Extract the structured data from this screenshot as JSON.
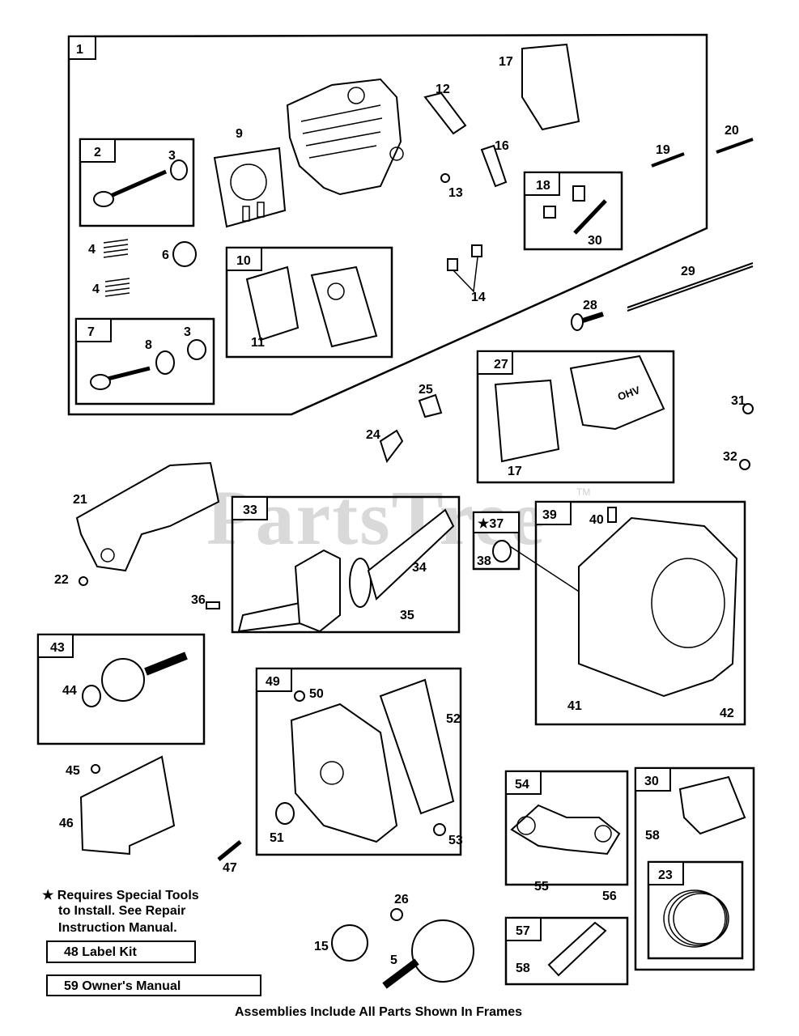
{
  "watermark": "PartsTree",
  "trademark": "TM",
  "frames": [
    {
      "id": "1"
    },
    {
      "id": "2"
    },
    {
      "id": "7"
    },
    {
      "id": "10"
    },
    {
      "id": "18"
    },
    {
      "id": "27"
    },
    {
      "id": "33"
    },
    {
      "id": "37",
      "special": true
    },
    {
      "id": "39"
    },
    {
      "id": "43"
    },
    {
      "id": "49"
    },
    {
      "id": "54"
    },
    {
      "id": "30"
    },
    {
      "id": "23"
    },
    {
      "id": "57"
    }
  ],
  "callouts": [
    "3",
    "4",
    "4",
    "6",
    "8",
    "3",
    "9",
    "11",
    "12",
    "13",
    "14",
    "16",
    "17",
    "19",
    "20",
    "29",
    "28",
    "30",
    "24",
    "25",
    "17",
    "31",
    "32",
    "21",
    "22",
    "36",
    "34",
    "35",
    "38",
    "40",
    "41",
    "42",
    "44",
    "45",
    "46",
    "47",
    "50",
    "51",
    "52",
    "53",
    "55",
    "56",
    "58",
    "58",
    "26",
    "15",
    "5"
  ],
  "notes": {
    "special_tools_star": "★",
    "special_tools_line1": "Requires Special Tools",
    "special_tools_line2": "to Install. See Repair",
    "special_tools_line3": "Instruction Manual.",
    "label_kit": "48  Label Kit",
    "owners_manual": "59  Owner's Manual",
    "footer": "Assemblies Include All Parts Shown In Frames"
  },
  "cover_emblem": "OHV"
}
